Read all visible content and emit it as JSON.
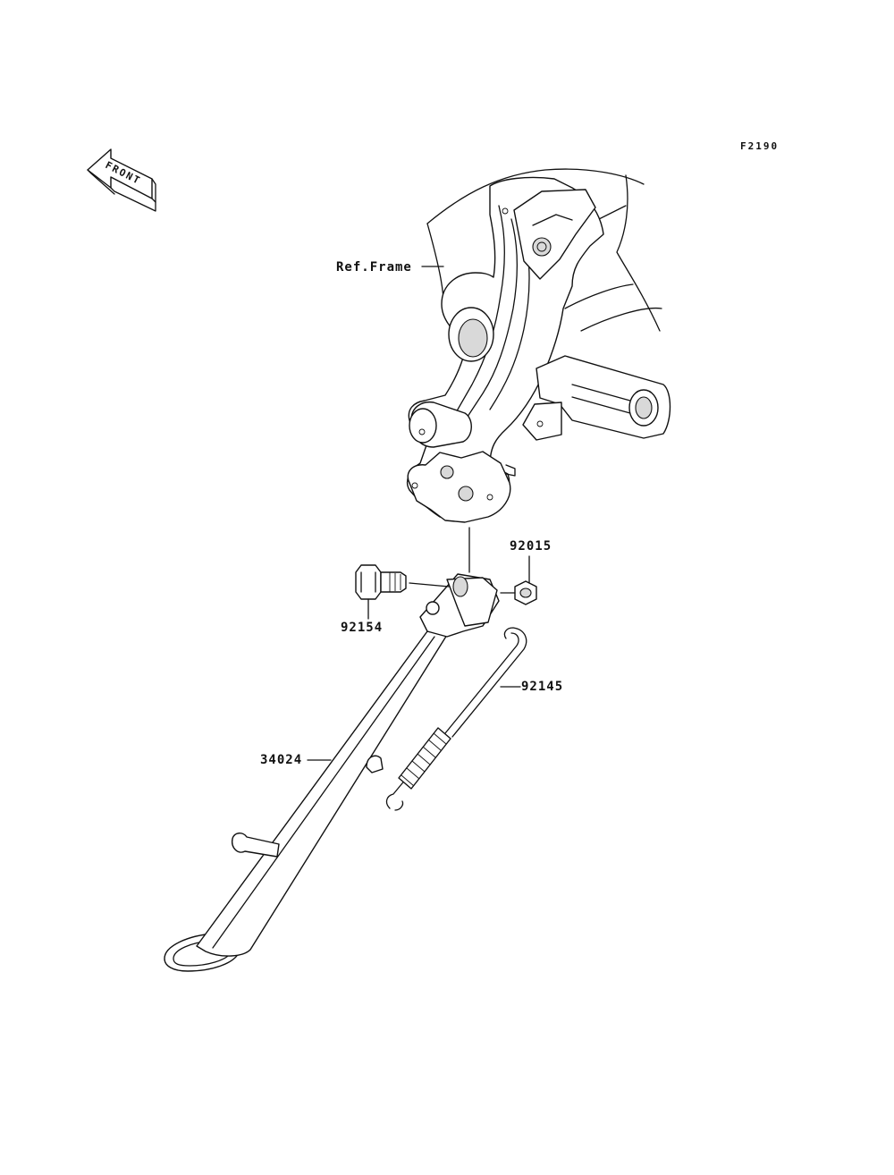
{
  "figure_code": "F2190",
  "front_label": "FRONT",
  "labels": {
    "ref_frame": "Ref.Frame",
    "nut": "92015",
    "bolt": "92154",
    "spring": "92145",
    "side_stand": "34024"
  }
}
